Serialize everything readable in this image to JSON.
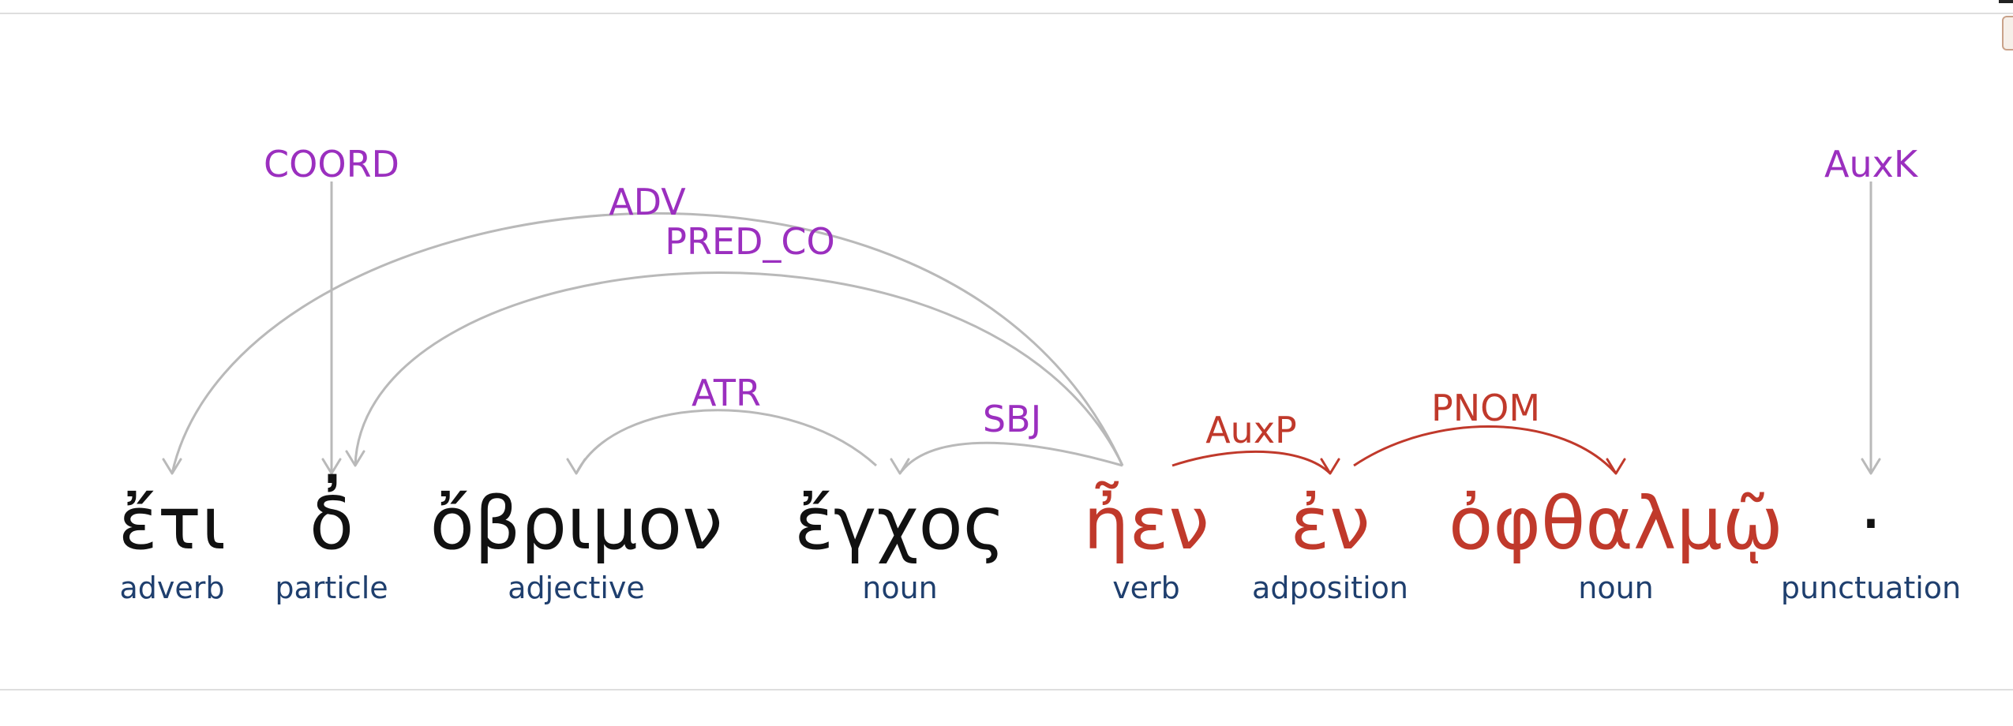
{
  "colors": {
    "arc": "#b9b9b9",
    "label": "#9b2fbf",
    "focus": "#c0392b",
    "pos": "#1f3f6e",
    "word": "#111111"
  },
  "tokens": [
    {
      "form": "ἔτι",
      "pos": "adverb",
      "focus": false
    },
    {
      "form": "δ̓",
      "pos": "particle",
      "focus": false
    },
    {
      "form": "ὄβριμον",
      "pos": "adjective",
      "focus": false
    },
    {
      "form": "ἔγχος",
      "pos": "noun",
      "focus": false
    },
    {
      "form": "ἦεν",
      "pos": "verb",
      "focus": true
    },
    {
      "form": "ἐν",
      "pos": "adposition",
      "focus": true
    },
    {
      "form": "ὀφθαλμῷ",
      "pos": "noun",
      "focus": true
    },
    {
      "form": "·",
      "pos": "punctuation",
      "focus": false
    }
  ],
  "relations": [
    {
      "label": "COORD",
      "head": null,
      "dep": 1,
      "focus": false
    },
    {
      "label": "AuxK",
      "head": null,
      "dep": 7,
      "focus": false
    },
    {
      "label": "ADV",
      "head": 4,
      "dep": 0,
      "focus": false
    },
    {
      "label": "PRED_CO",
      "head": 4,
      "dep": 1,
      "focus": false
    },
    {
      "label": "ATR",
      "head": 3,
      "dep": 2,
      "focus": false
    },
    {
      "label": "SBJ",
      "head": 4,
      "dep": 3,
      "focus": false
    },
    {
      "label": "AuxP",
      "head": 4,
      "dep": 5,
      "focus": true
    },
    {
      "label": "PNOM",
      "head": 5,
      "dep": 6,
      "focus": true
    }
  ]
}
